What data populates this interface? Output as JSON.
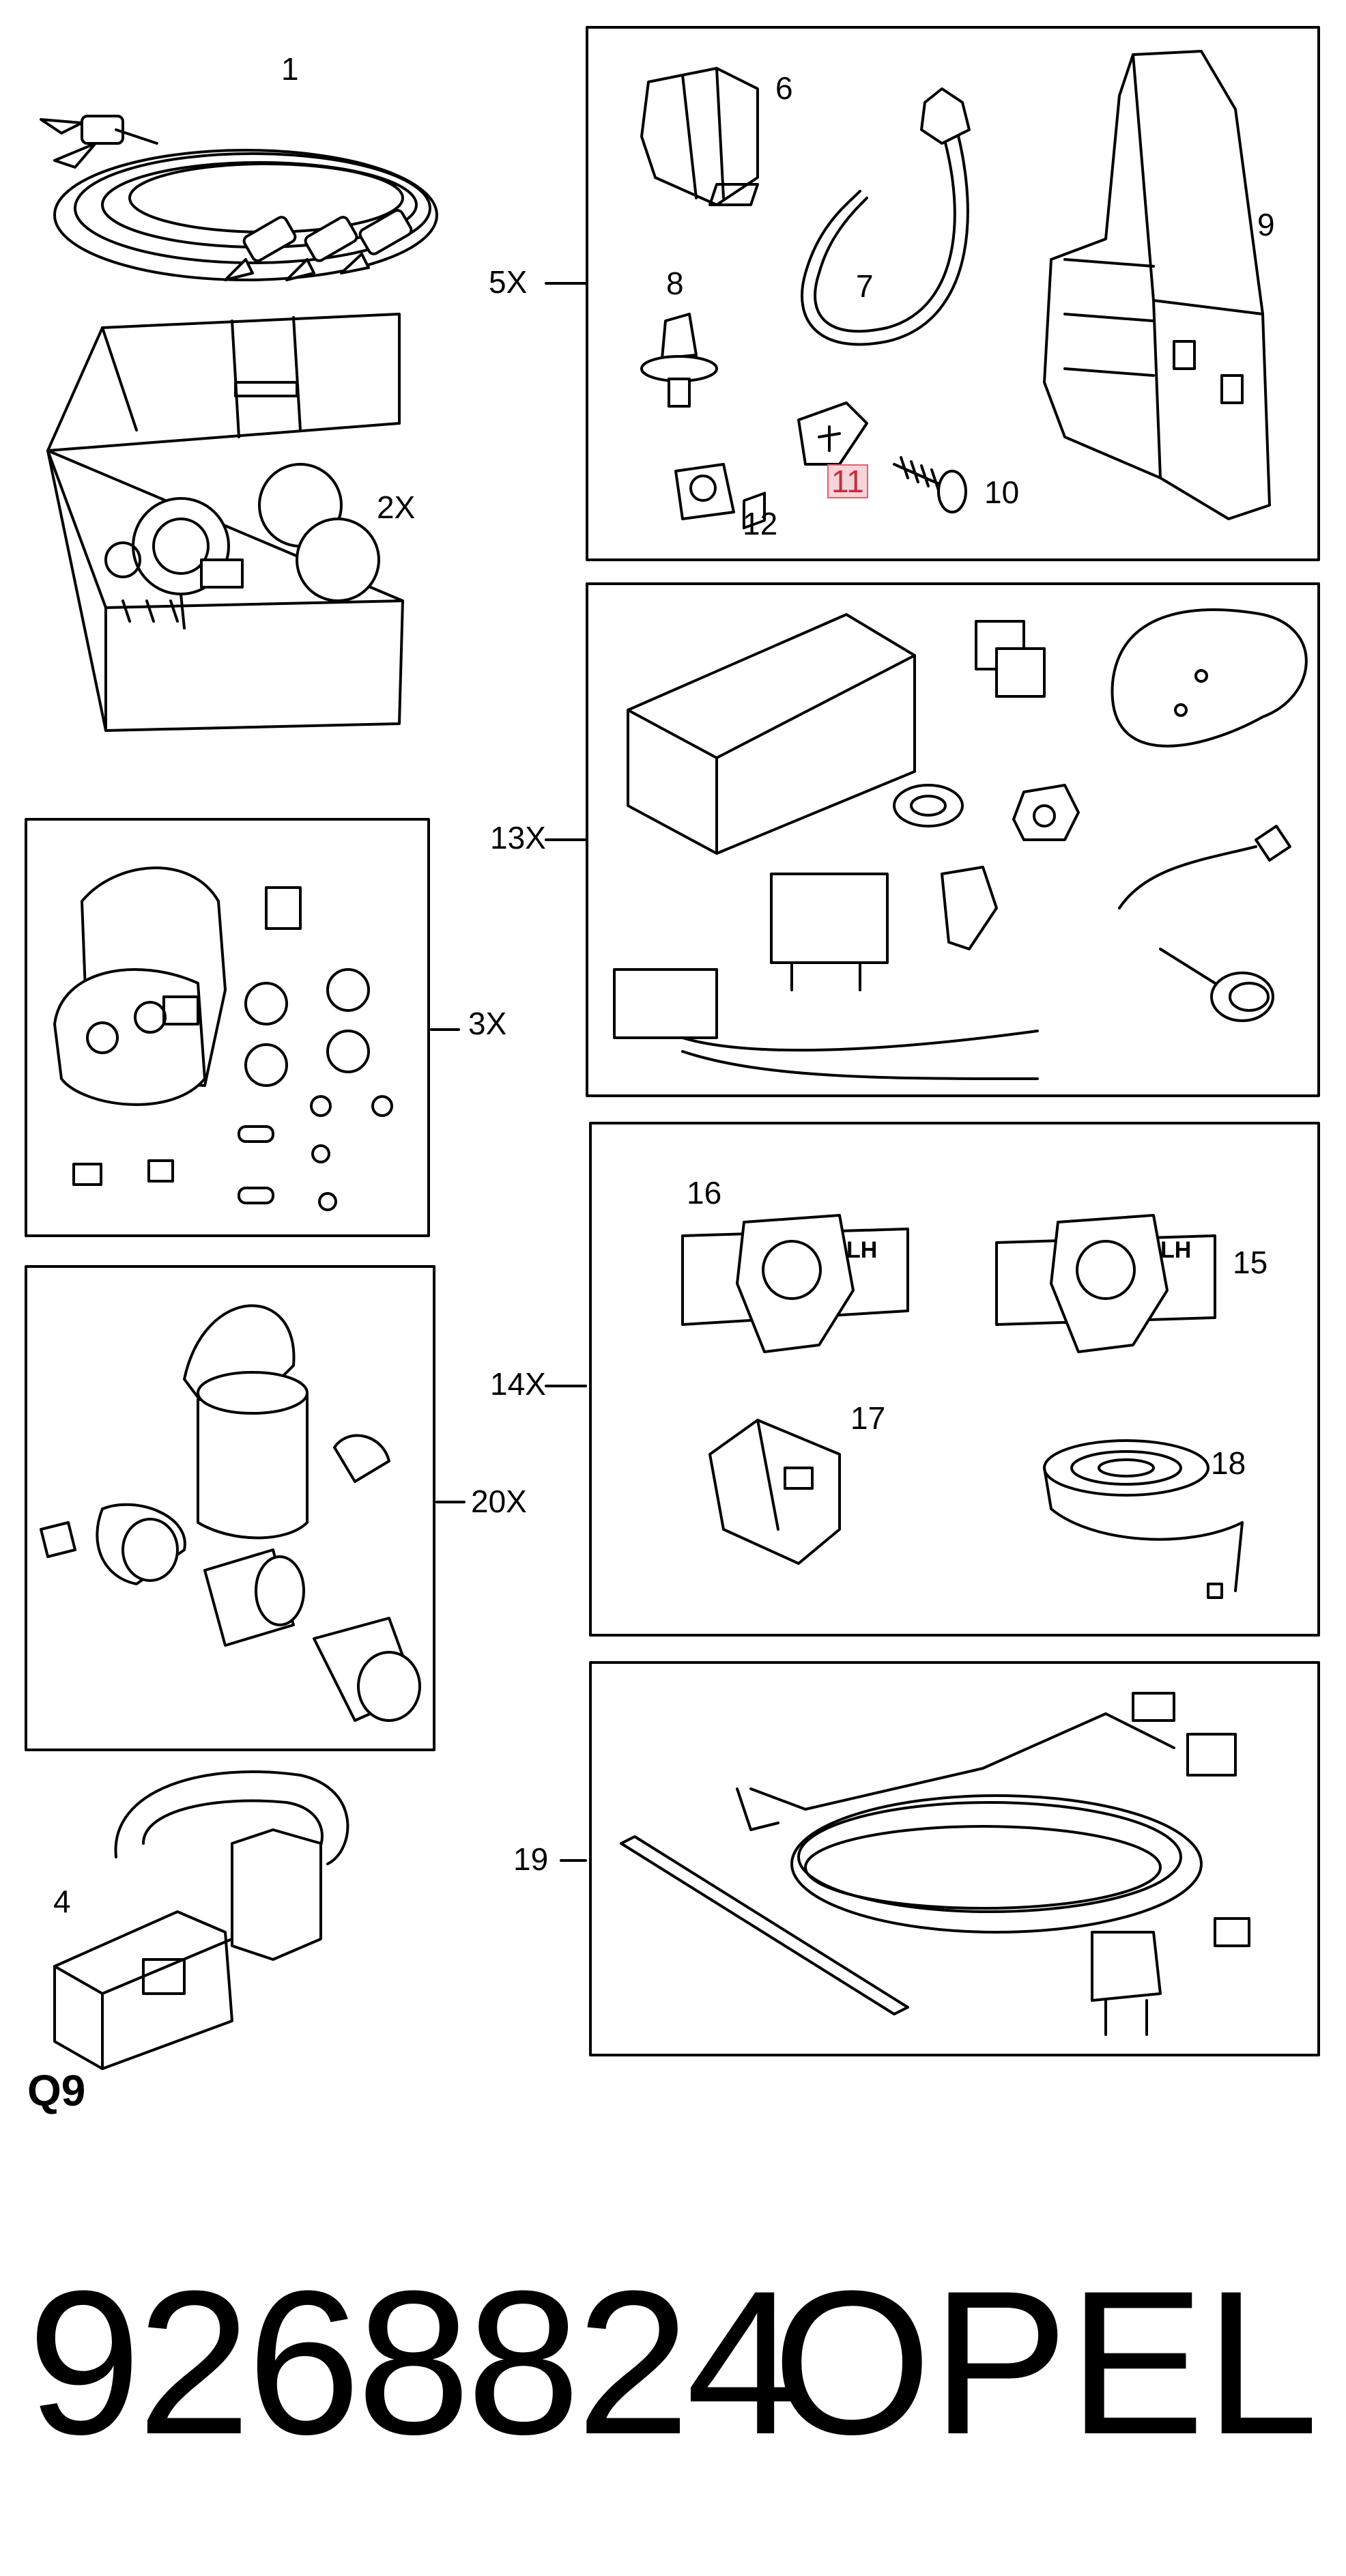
{
  "callouts": {
    "c1": "1",
    "c2x": "2X",
    "c3x": "3X",
    "c4": "4",
    "c5x": "5X",
    "c6": "6",
    "c7": "7",
    "c8": "8",
    "c9": "9",
    "c10": "10",
    "c11": "11",
    "c12": "12",
    "c13x": "13X",
    "c14x": "14X",
    "c15": "15",
    "c16": "16",
    "c17": "17",
    "c18": "18",
    "c19": "19",
    "c20x": "20X"
  },
  "panel_inner_text": {
    "lh_a": "LH",
    "lh_b": "LH"
  },
  "sheet_code": "Q9",
  "footer": {
    "part_number": "9268824",
    "brand": "OPEL"
  },
  "highlight_color": "#f6d4d8"
}
